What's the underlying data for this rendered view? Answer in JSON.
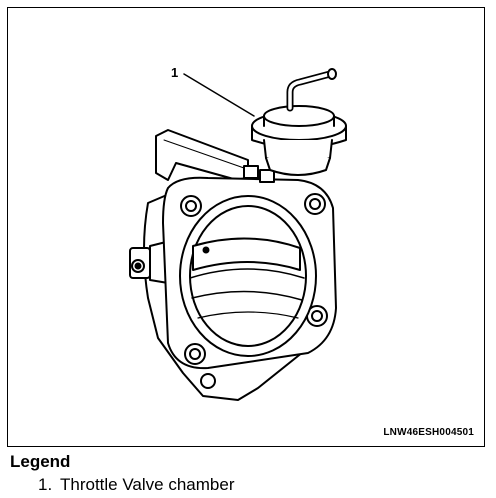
{
  "figure": {
    "callout_label": "1",
    "figure_id": "LNW46ESH004501"
  },
  "legend": {
    "title": "Legend",
    "items": [
      {
        "number": "1.",
        "label": "Throttle Valve chamber"
      }
    ]
  }
}
